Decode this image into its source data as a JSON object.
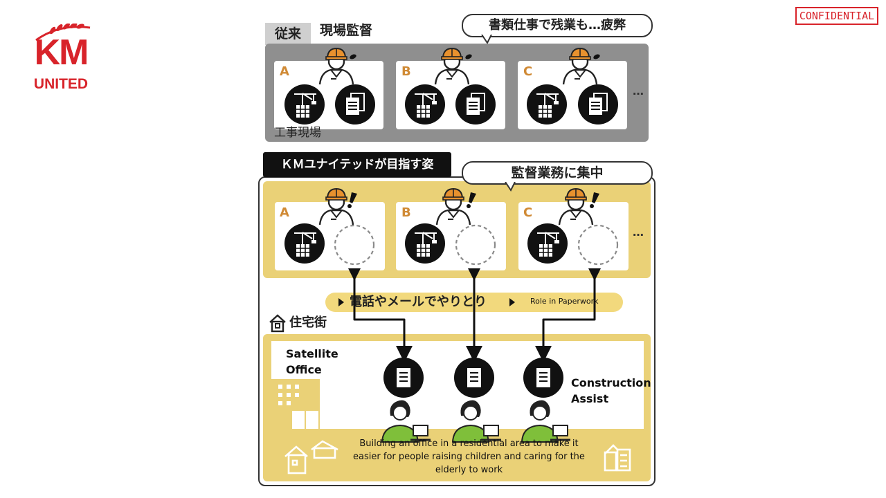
{
  "logo": {
    "km": "KM",
    "united": "UNITED"
  },
  "confidential": "CONFIDENTIAL",
  "conventional": {
    "tag": "従来",
    "supervisor_label": "現場監督",
    "bubble": "書類仕事で残業も…疲弊",
    "site_label": "工事現場",
    "sites": [
      "A",
      "B",
      "C"
    ],
    "ellipsis": "…"
  },
  "goal": {
    "tag": "ＫＭユナイテッドが目指す姿",
    "bubble": "監督業務に集中",
    "sites": [
      "A",
      "B",
      "C"
    ],
    "ellipsis": "…",
    "communication": "電話やメールでやりとり",
    "role_in_paperwork": "Role in Paperwork",
    "residential_area": "住宅街",
    "satellite_office": [
      "Satellite",
      "Office"
    ],
    "construction_assist": [
      "Construction",
      "Assist"
    ],
    "footer": "Building an office in a residential area to make it easier for people raising children and caring for the elderly to work"
  },
  "colors": {
    "brand_red": "#d8232a",
    "yellow": "#ead177",
    "grey": "#8f8f8f",
    "accent_orange": "#d08a35",
    "helmet": "#e8912e"
  }
}
